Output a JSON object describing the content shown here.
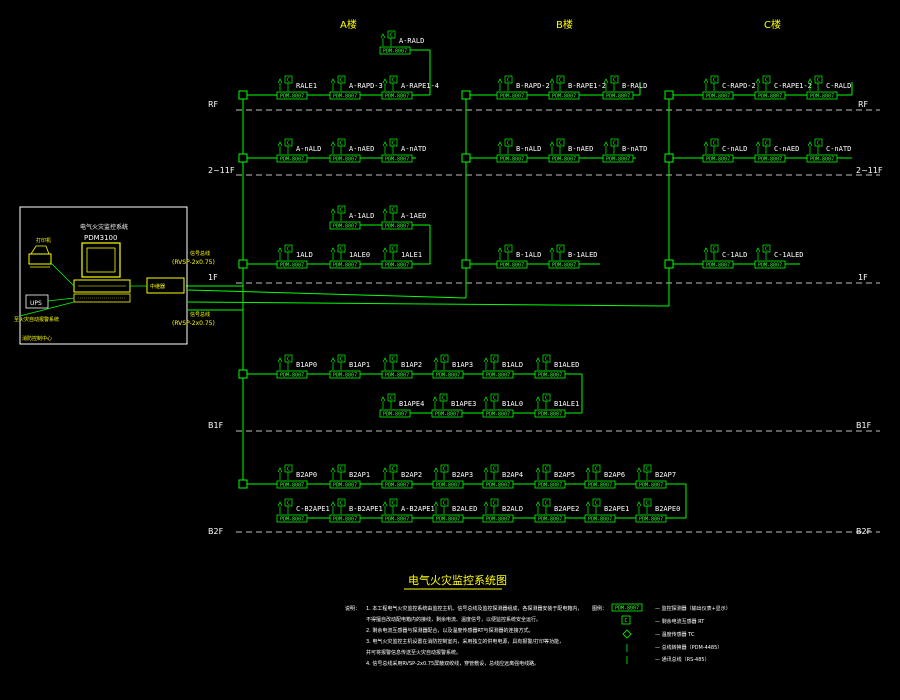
{
  "buildings": {
    "a": "A楼",
    "b": "B楼",
    "c": "C楼"
  },
  "floors": {
    "rf": "RF",
    "f2_11": "2~11F",
    "f1": "1F",
    "b1": "B1F",
    "b2": "B2F"
  },
  "module_code": "PDM-8007",
  "sensor_code": "C",
  "control_room": {
    "system_title": "电气火灾监控系统",
    "model": "PDM3100",
    "printer": "打印机",
    "ups": "UPS",
    "repeater": "中继器",
    "link_text": "至火灾自动报警系统",
    "room_label": "消防控制中心",
    "cable_upper_label": "信号总线",
    "cable_upper_spec": "(RVSP-2x0.75)",
    "cable_lower_label": "信号总线",
    "cable_lower_spec": "(RVSP-2x0.75)"
  },
  "modules": {
    "a_top": "A-RALD",
    "rf": [
      "RALE1",
      "A-RAPD-3",
      "A-RAPE1-4",
      "B-RAPD-2",
      "B-RAPE1-2",
      "B-RALD",
      "C-RAPD-2",
      "C-RAPE1-2",
      "C-RALD"
    ],
    "f2": [
      "A-nALD",
      "A-nAED",
      "A-nATD",
      "B-nALD",
      "B-nAED",
      "B-nATD",
      "C-nALD",
      "C-nAED",
      "C-nATD"
    ],
    "f1_upper": [
      "A-1ALD",
      "A-1AED"
    ],
    "f1": [
      "1ALD",
      "1ALE0",
      "1ALE1",
      "B-1ALD",
      "B-1ALED",
      "C-1ALD",
      "C-1ALED"
    ],
    "b1_row1": [
      "B1AP0",
      "B1AP1",
      "B1AP2",
      "B1AP3",
      "B1ALD",
      "B1ALED"
    ],
    "b1_row2": [
      "B1APE4",
      "B1APE3",
      "B1AL0",
      "B1ALE1"
    ],
    "b2_row1": [
      "B2AP0",
      "B2AP1",
      "B2AP2",
      "B2AP3",
      "B2AP4",
      "B2AP5",
      "B2AP6",
      "B2AP7"
    ],
    "b2_row2": [
      "C-B2APE1",
      "B-B2APE1",
      "A-B2APE1",
      "B2ALED",
      "B2ALD",
      "B2APE2",
      "B2APE1",
      "B2APE0"
    ]
  },
  "diagram_title": "电气火灾监控系统图",
  "notes": {
    "heading": "说明：",
    "items": [
      "1. 本工程电气火灾监控系统由监控主机、信号总线及监控探测器组成，各探测器安装于配电箱内，",
      "   不得擅自改动配电箱内的接线，剩余电流、温度信号，以便监控系统安全运行。",
      "2. 剩余电流互感器与探测器配合，以及温度传感器RT与探测器的连接方式。",
      "3. 电气火灾监控主机设置在消防控制室内，采用独立的供电电源，具有报警/打印等功能，",
      "   并可将报警信息传送至火灾自动报警系统。",
      "4. 信号总线采用RVSP-2x0.75屏蔽双绞线，穿管敷设，总线应远离强电线路。"
    ]
  },
  "legend": {
    "title": "图例：",
    "items": [
      {
        "symbol": "PDM-8007",
        "text": "— 监控探测器（输出仪表+显示）"
      },
      {
        "symbol": "C",
        "text": "— 剩余电流互感器 RT"
      },
      {
        "symbol": "tc",
        "text": "— 温度传感器 TC"
      },
      {
        "symbol": "line",
        "text": "— 总线转换器（PDM-4485）"
      },
      {
        "symbol": "line2",
        "text": "— 通讯总线（RS-485）"
      }
    ]
  },
  "colors": {
    "bus": "#00ff00",
    "module": "#00ff00",
    "label": "#ffffff",
    "title": "#ffff00",
    "floorline": "#ffffff",
    "room": "#ffffff",
    "note": "#ff66ff"
  }
}
